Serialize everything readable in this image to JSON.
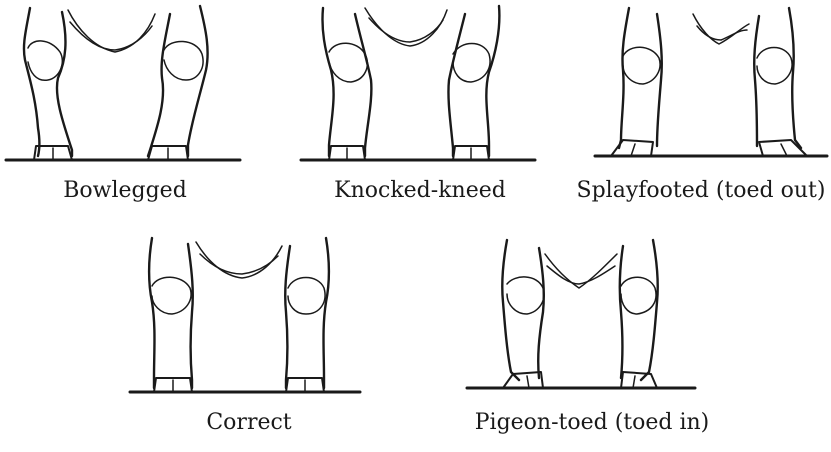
{
  "figures": [
    {
      "key": "bowlegged",
      "caption": "Bowlegged"
    },
    {
      "key": "knocked-kneed",
      "caption": "Knocked-kneed"
    },
    {
      "key": "splayfooted",
      "caption": "Splayfooted (toed out)"
    },
    {
      "key": "correct",
      "caption": "Correct"
    },
    {
      "key": "pigeon-toed",
      "caption": "Pigeon-toed (toed in)"
    }
  ]
}
